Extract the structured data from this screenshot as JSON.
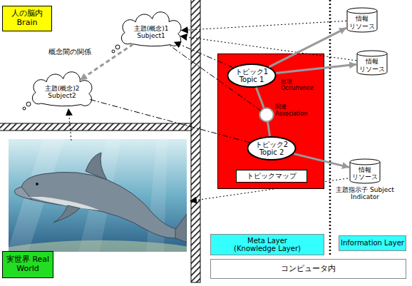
{
  "diagram": {
    "nodes": [
      {
        "text": [
          "人の脳内 Brain"
        ]
      },
      {
        "text": [
          "主題(概念)1 Subject1"
        ]
      },
      {
        "text": [
          "主題(概念)2 Subject2"
        ]
      },
      {
        "text": [
          "情報 リソース"
        ]
      },
      {
        "text": [
          "情報 リソース"
        ]
      },
      {
        "text": [
          "トピックマップ"
        ]
      },
      {
        "text": [
          "トピック1 Topic 1"
        ],
        "in": 5
      },
      {
        "text": [
          "関連 Association"
        ],
        "in": 5
      },
      {
        "text": [
          "トピック2 Topic 2"
        ],
        "in": 5
      },
      {
        "text": [
          "情報 リソース",
          "主題指示子 Subject Indicator"
        ]
      },
      {
        "text": [
          "実世界 Real World"
        ]
      },
      {
        "text": [
          "Meta Layer (Knowledge Layer)"
        ]
      },
      {
        "text": [
          "Information Layer"
        ]
      },
      {
        "text": [
          "コンピュータ内"
        ]
      }
    ],
    "edges": [
      {
        "from": 1,
        "to": 2,
        "arrow": "to",
        "label": "概念間の関係"
      },
      {
        "from": 3,
        "to": 1,
        "arrow": "to"
      },
      {
        "from": 4,
        "to": 1,
        "arrow": "to"
      },
      {
        "from": 6,
        "to": 1,
        "arrow": "to"
      },
      {
        "from": 7,
        "to": 1,
        "arrow": "none"
      },
      {
        "from": 8,
        "to": 2,
        "arrow": "none"
      },
      {
        "from": 6,
        "to": 3,
        "arrow": "to"
      },
      {
        "from": 6,
        "to": 4,
        "arrow": "to",
        "label": "出現 Occurrence"
      },
      {
        "from": 6,
        "to": 7,
        "arrow": "none"
      },
      {
        "from": 7,
        "to": 8,
        "arrow": "none"
      },
      {
        "from": 8,
        "to": 9,
        "arrow": "to"
      }
    ]
  }
}
